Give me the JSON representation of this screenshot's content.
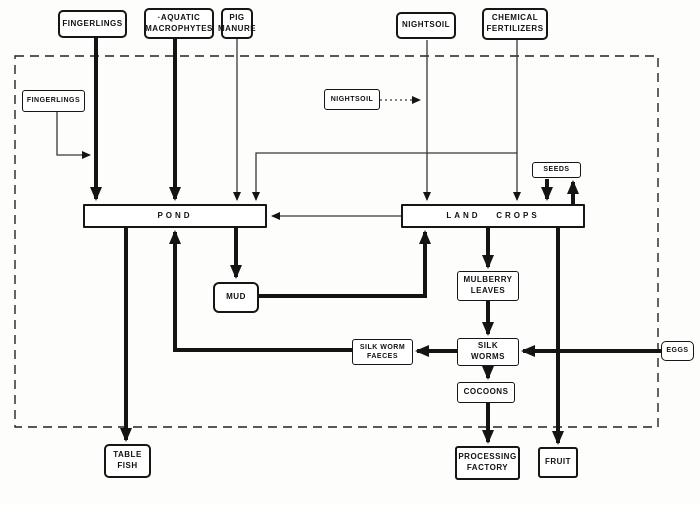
{
  "diagram": {
    "description": "Integrated pond / dike farming flow diagram with dashed system boundary",
    "colors": {
      "line": "#141414",
      "box_background": "#ffffff",
      "page_background": "#fdfdfb"
    },
    "nodes": {
      "fingerlings_top": {
        "label": "FINGERLINGS"
      },
      "aquatic_macrophytes": {
        "label": "·AQUATIC\nMACROPHYTES"
      },
      "pig_manure": {
        "label": "PIG\nMANURE"
      },
      "nightsoil_top": {
        "label": "NIGHTSOIL"
      },
      "chemical_fertilizers": {
        "label": "CHEMICAL\nFERTILIZERS"
      },
      "fingerlings_inner": {
        "label": "FINGERLINGS"
      },
      "nightsoil_inner": {
        "label": "NIGHTSOIL"
      },
      "pond": {
        "label": "POND"
      },
      "land_crops": {
        "label": "LAND   CROPS"
      },
      "seeds": {
        "label": "SEEDS"
      },
      "mud": {
        "label": "MUD"
      },
      "mulberry_leaves": {
        "label": "MULBERRY\nLEAVES"
      },
      "silk_worms": {
        "label": "SILK\nWORMS"
      },
      "silk_worm_faeces": {
        "label": "SILK WORM\nFAECES"
      },
      "cocoons": {
        "label": "COCOONS"
      },
      "eggs": {
        "label": "EGGS"
      },
      "table_fish": {
        "label": "TABLE\nFISH"
      },
      "processing_factory": {
        "label": "PROCESSING\nFACTORY"
      },
      "fruit": {
        "label": "FRUIT"
      }
    },
    "edges": [
      {
        "from": "FINGERLINGS",
        "to": "POND",
        "weight": "thick"
      },
      {
        "from": "AQUATIC MACROPHYTES",
        "to": "POND",
        "weight": "thick"
      },
      {
        "from": "PIG MANURE",
        "to": "POND",
        "weight": "thin"
      },
      {
        "from": "FINGERLINGS (inner)",
        "to": "POND",
        "weight": "thin"
      },
      {
        "from": "NIGHTSOIL",
        "to": "LAND CROPS",
        "weight": "thin"
      },
      {
        "from": "NIGHTSOIL (inner)",
        "to": "LAND CROPS",
        "weight": "thin-dotted"
      },
      {
        "from": "CHEMICAL FERTILIZERS",
        "to": "LAND CROPS",
        "weight": "thin"
      },
      {
        "from": "CHEMICAL FERTILIZERS",
        "to": "POND",
        "weight": "thin"
      },
      {
        "from": "LAND CROPS",
        "to": "POND",
        "weight": "thin"
      },
      {
        "from": "SEEDS",
        "to": "LAND CROPS",
        "weight": "thick"
      },
      {
        "from": "LAND CROPS",
        "to": "SEEDS",
        "weight": "thick"
      },
      {
        "from": "POND",
        "to": "MUD",
        "weight": "thick"
      },
      {
        "from": "MUD",
        "to": "LAND CROPS",
        "weight": "thick"
      },
      {
        "from": "LAND CROPS",
        "to": "MULBERRY LEAVES",
        "weight": "thick"
      },
      {
        "from": "MULBERRY LEAVES",
        "to": "SILK WORMS",
        "weight": "thick"
      },
      {
        "from": "SILK WORMS",
        "to": "SILK WORM FAECES",
        "weight": "thick"
      },
      {
        "from": "SILK WORM FAECES",
        "to": "POND",
        "weight": "thick"
      },
      {
        "from": "EGGS",
        "to": "SILK WORMS",
        "weight": "thick"
      },
      {
        "from": "SILK WORMS",
        "to": "COCOONS",
        "weight": "thick"
      },
      {
        "from": "COCOONS",
        "to": "PROCESSING FACTORY",
        "weight": "thick"
      },
      {
        "from": "LAND CROPS",
        "to": "FRUIT",
        "weight": "thick"
      },
      {
        "from": "POND",
        "to": "TABLE FISH",
        "weight": "thick"
      }
    ]
  }
}
